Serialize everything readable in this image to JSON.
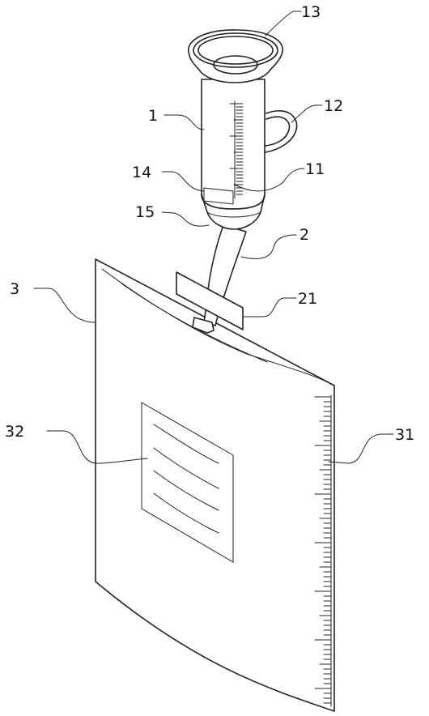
{
  "labels": {
    "cup": "1",
    "handle": "12",
    "funnel_mouth": "13",
    "scale": "11",
    "label_patch": "14",
    "cup_bottom": "15",
    "tube": "2",
    "clip": "21",
    "bag": "3",
    "bag_scale": "31",
    "bag_label": "32"
  },
  "colors": {
    "line": "#222222",
    "background": "#ffffff"
  }
}
